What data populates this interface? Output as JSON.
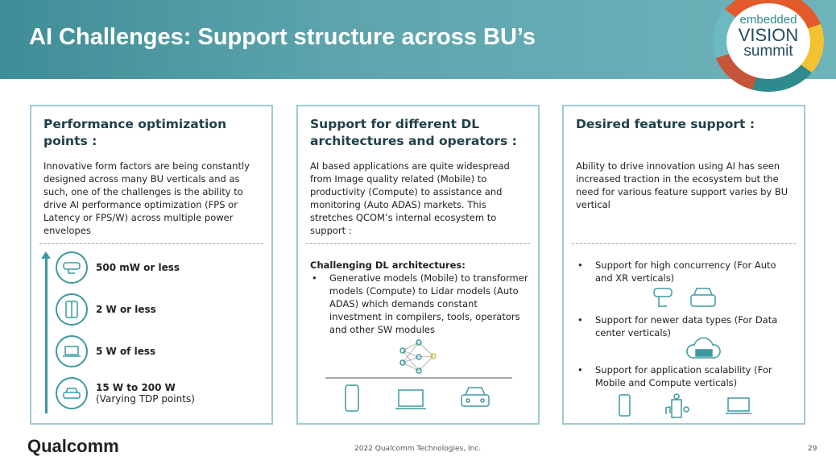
{
  "title": "AI Challenges: Support structure across BU’s",
  "logo": {
    "line1": "embedded",
    "line2": "VISION",
    "line3": "summit"
  },
  "col1": {
    "heading": "Performance optimization points :",
    "body": "Innovative form factors are being constantly designed across many BU verticals and as such, one of the challenges is the ability to drive AI performance optimization (FPS or Latency or FPS/W) across multiple power envelopes",
    "levels": [
      {
        "label": "500 mW or less",
        "icon": "vr-headset-icon"
      },
      {
        "label": "2 W or less",
        "icon": "phone-icon"
      },
      {
        "label": "5 W of less",
        "icon": "laptop-icon"
      },
      {
        "label": "15 W to 200 W",
        "sub": "(Varying TDP points)",
        "icon": "car-icon"
      }
    ]
  },
  "col2": {
    "heading": "Support for different DL architectures and operators  :",
    "body": "AI based applications are quite widespread from Image quality related (Mobile) to productivity (Compute) to assistance and monitoring (Auto ADAS) markets. This stretches QCOM’s internal ecosystem to support :",
    "subheading": "Challenging DL architectures:",
    "bullet": "Generative models (Mobile) to transformer models (Compute) to Lidar models (Auto ADAS) which demands constant investment in compilers, tools, operators and other SW modules"
  },
  "col3": {
    "heading": "Desired feature support :",
    "body": "Ability to drive innovation using AI has seen increased traction in the ecosystem but the need for various feature support varies by BU vertical",
    "bullets": [
      "Support for high concurrency (For Auto and XR verticals)",
      "Support for newer data types (For Data center verticals)",
      "Support for application scalability (For Mobile and Compute verticals)"
    ]
  },
  "footer": {
    "brand": "Qualcomm",
    "copyright": "2022 Qualcomm Technologies, Inc.",
    "page": "29"
  },
  "colors": {
    "teal": "#3d9aa0"
  }
}
